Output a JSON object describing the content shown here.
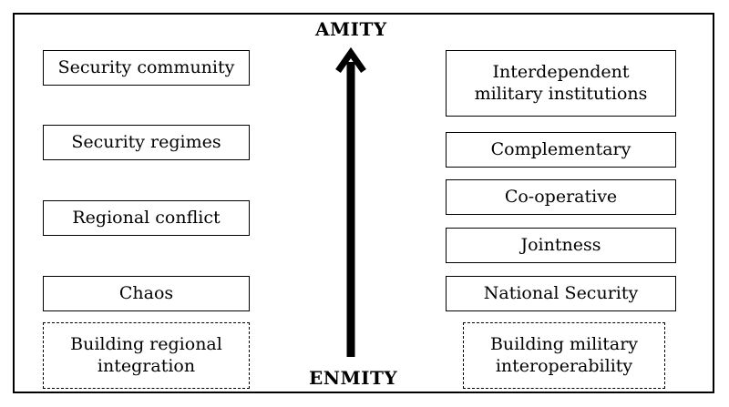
{
  "axis": {
    "top": "AMITY",
    "bottom": "ENMITY"
  },
  "left_column": [
    {
      "label": "Security community",
      "style": "solid"
    },
    {
      "label": "Security regimes",
      "style": "solid"
    },
    {
      "label": "Regional conflict",
      "style": "solid"
    },
    {
      "label": "Chaos",
      "style": "solid"
    },
    {
      "label": "Building regional integration",
      "style": "dashed"
    }
  ],
  "right_column": [
    {
      "label": "Interdependent military institutions",
      "style": "solid"
    },
    {
      "label": "Complementary",
      "style": "solid"
    },
    {
      "label": "Co-operative",
      "style": "solid"
    },
    {
      "label": "Jointness",
      "style": "solid"
    },
    {
      "label": "National Security",
      "style": "solid"
    },
    {
      "label": "Building military interoperability",
      "style": "dashed"
    }
  ]
}
